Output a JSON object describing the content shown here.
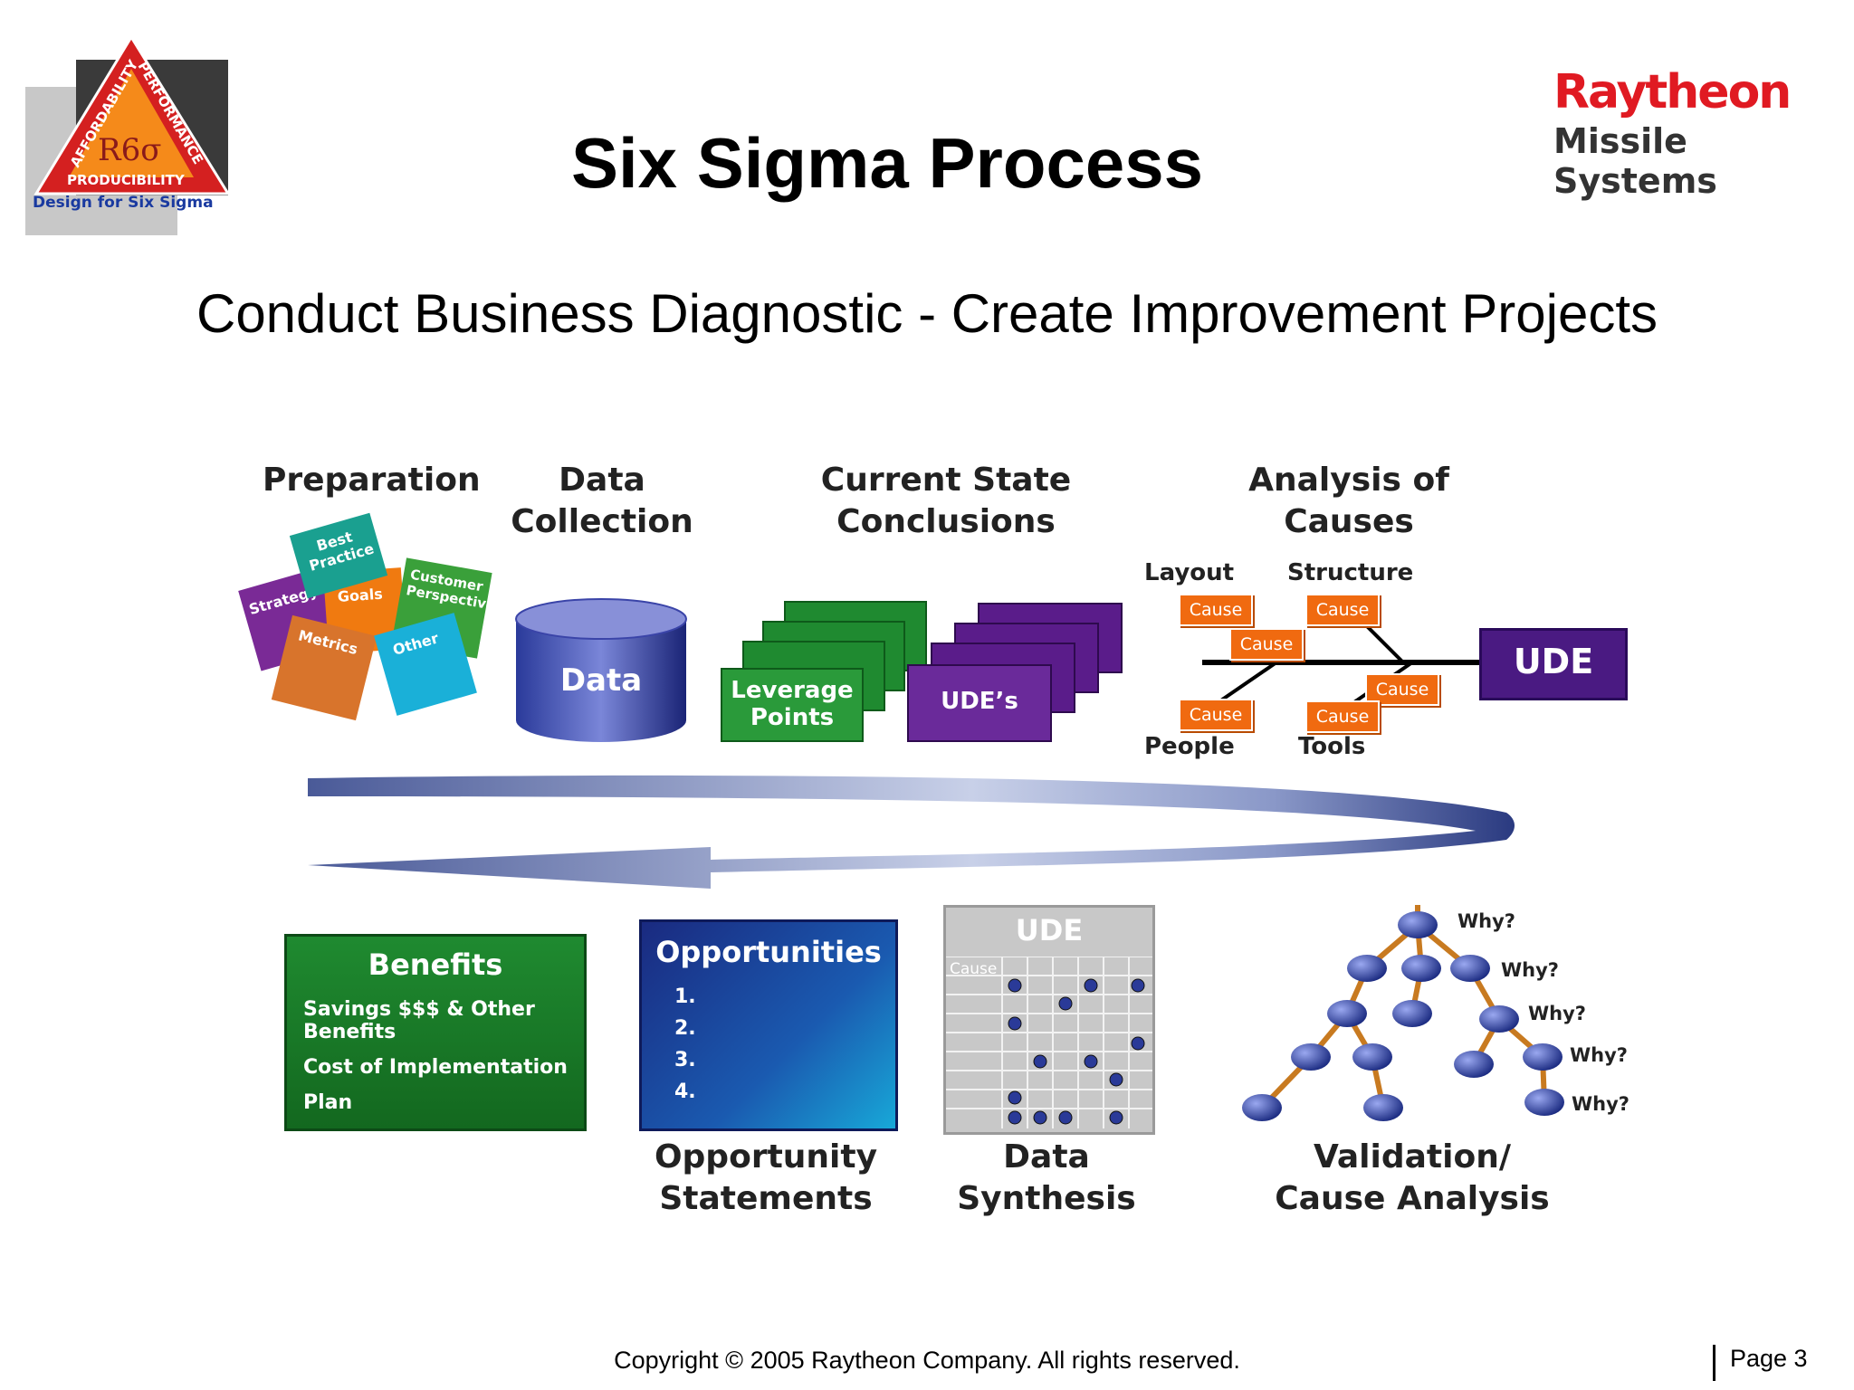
{
  "header": {
    "title": "Six Sigma Process",
    "subtitle": "Conduct Business Diagnostic - Create Improvement Projects"
  },
  "logo": {
    "side_left": "AFFORDABILITY",
    "side_right": "PERFORMANCE",
    "center": "R6σ",
    "base": "PRODUCIBILITY",
    "tagline": "Design for Six Sigma"
  },
  "brand": {
    "name": "Raytheon",
    "division": "Missile Systems"
  },
  "top_steps": {
    "preparation": {
      "title": "Preparation",
      "cards": [
        "Best Practice",
        "Customer Perspective",
        "Strategy",
        "Goals",
        "Metrics",
        "Other"
      ]
    },
    "data_collection": {
      "title": [
        "Data",
        "Collection"
      ],
      "cylinder_label": "Data"
    },
    "current_state": {
      "title": [
        "Current State",
        "Conclusions"
      ],
      "green_label": [
        "Leverage",
        "Points"
      ],
      "purple_label": "UDE’s"
    },
    "analysis": {
      "title": [
        "Analysis of",
        "Causes"
      ],
      "labels": {
        "layout": "Layout",
        "structure": "Structure",
        "people": "People",
        "tools": "Tools"
      },
      "cause_label": "Cause",
      "ude_label": "UDE"
    }
  },
  "bottom_steps": {
    "benefits": {
      "title": "Benefits",
      "lines": [
        "Savings $$$ & Other Benefits",
        "Cost of Implementation",
        "Plan"
      ]
    },
    "opportunities": {
      "title": "Opportunities",
      "items": [
        "1.",
        "2.",
        "3.",
        "4."
      ],
      "caption": [
        "Opportunity",
        "Statements"
      ]
    },
    "synthesis": {
      "grid_title": "UDE",
      "grid_row_label": "Cause",
      "caption": [
        "Data",
        "Synthesis"
      ]
    },
    "validation": {
      "why_label": "Why?",
      "caption": [
        "Validation/",
        "Cause Analysis"
      ]
    }
  },
  "colors": {
    "green": "#1f8a30",
    "purple": "#5a1c8a",
    "navy": "#1a2a80",
    "orange": "#f06a10",
    "brand_red": "#e01a22"
  },
  "footer": {
    "copyright": "Copyright © 2005 Raytheon Company. All rights reserved.",
    "page": "Page 3"
  }
}
